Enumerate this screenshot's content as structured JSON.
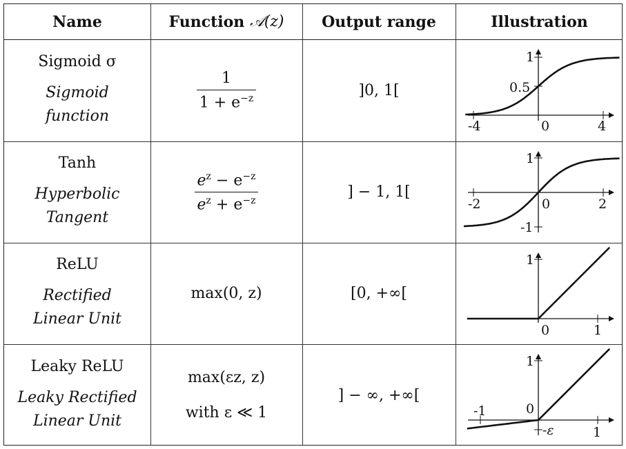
{
  "headers": {
    "name": "Name",
    "function_prefix": "Function ",
    "function_symbol": "𝒜",
    "function_arg": "(z)",
    "output_range": "Output range",
    "illustration": "Illustration"
  },
  "rows": [
    {
      "name": "Sigmoid σ",
      "subtitle_1": "Sigmoid",
      "subtitle_2": "function",
      "formula_num": "1",
      "formula_den_base": "1 + e",
      "formula_den_exp": "−z",
      "range": "]0, 1[",
      "plot": {
        "x_ticks": [
          "-4",
          "0",
          "4"
        ],
        "y_ticks": [
          "1",
          "0.5"
        ]
      }
    },
    {
      "name": "Tanh",
      "subtitle_1": "Hyperbolic",
      "subtitle_2": "Tangent",
      "formula_num_a": "e",
      "formula_num_a_exp": "z",
      "formula_num_b": " − e",
      "formula_num_b_exp": "−z",
      "formula_den_a": "e",
      "formula_den_a_exp": "z",
      "formula_den_b": " + e",
      "formula_den_b_exp": "−z",
      "range": "] − 1, 1[",
      "plot": {
        "x_ticks": [
          "-2",
          "0",
          "2"
        ],
        "y_ticks": [
          "1",
          "-1"
        ]
      }
    },
    {
      "name": "ReLU",
      "subtitle_1": "Rectified",
      "subtitle_2": "Linear Unit",
      "formula": "max(0, z)",
      "range": "[0, +∞[",
      "plot": {
        "x_ticks": [
          "0",
          "1"
        ],
        "y_ticks": [
          "1"
        ]
      }
    },
    {
      "name": "Leaky ReLU",
      "subtitle_1": "Leaky Rectified",
      "subtitle_2": "Linear Unit",
      "formula": "max(εz, z)",
      "formula_note": "with ε ≪ 1",
      "range": "] − ∞, +∞[",
      "plot": {
        "x_ticks": [
          "-1",
          "-ε",
          "1"
        ],
        "y_ticks": [
          "1",
          "0"
        ]
      }
    }
  ]
}
